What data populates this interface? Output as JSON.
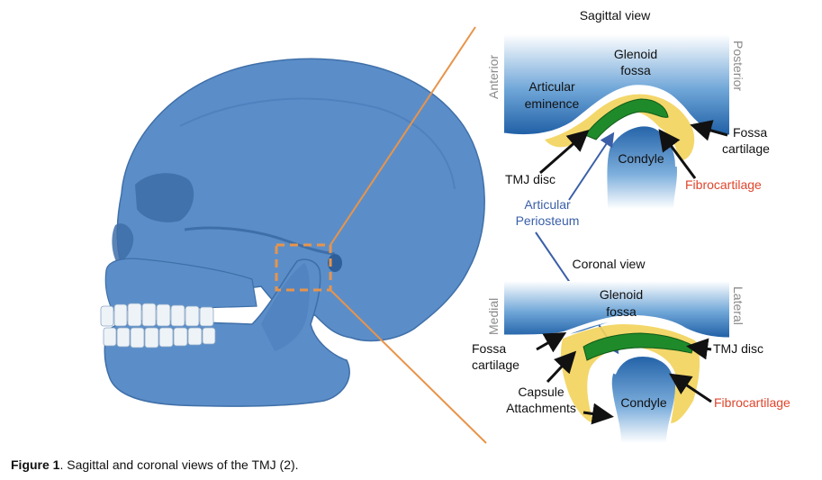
{
  "sagittal": {
    "title": "Sagittal view",
    "anterior": "Anterior",
    "posterior": "Posterior",
    "glenoid_line1": "Glenoid",
    "glenoid_line2": "fossa",
    "articular_line1": "Articular",
    "articular_line2": "eminence",
    "fossa_cart_line1": "Fossa",
    "fossa_cart_line2": "cartilage",
    "condyle": "Condyle",
    "tmj_disc": "TMJ disc",
    "fibrocartilage": "Fibrocartilage",
    "periosteum_line1": "Articular",
    "periosteum_line2": "Periosteum"
  },
  "coronal": {
    "title": "Coronal view",
    "medial": "Medial",
    "lateral": "Lateral",
    "glenoid_line1": "Glenoid",
    "glenoid_line2": "fossa",
    "fossa_cart_line1": "Fossa",
    "fossa_cart_line2": "cartilage",
    "tmj_disc": "TMJ disc",
    "capsule_line1": "Capsule",
    "capsule_line2": "Attachments",
    "fibrocartilage": "Fibrocartilage",
    "condyle": "Condyle"
  },
  "caption": {
    "label": "Figure 1",
    "text": ". Sagittal and coronal views of the TMJ (2)."
  },
  "colors": {
    "bone": "#5b8ec9",
    "bone_dark": "#3f6fa8",
    "fossa_blue": "#2f6fb0",
    "disc_green": "#1f8a2a",
    "cartilage_yellow": "#f2d35a",
    "leader_orange": "#e8944a",
    "periosteum_blue": "#3a5fa8",
    "fibro_red": "#e0452c"
  }
}
